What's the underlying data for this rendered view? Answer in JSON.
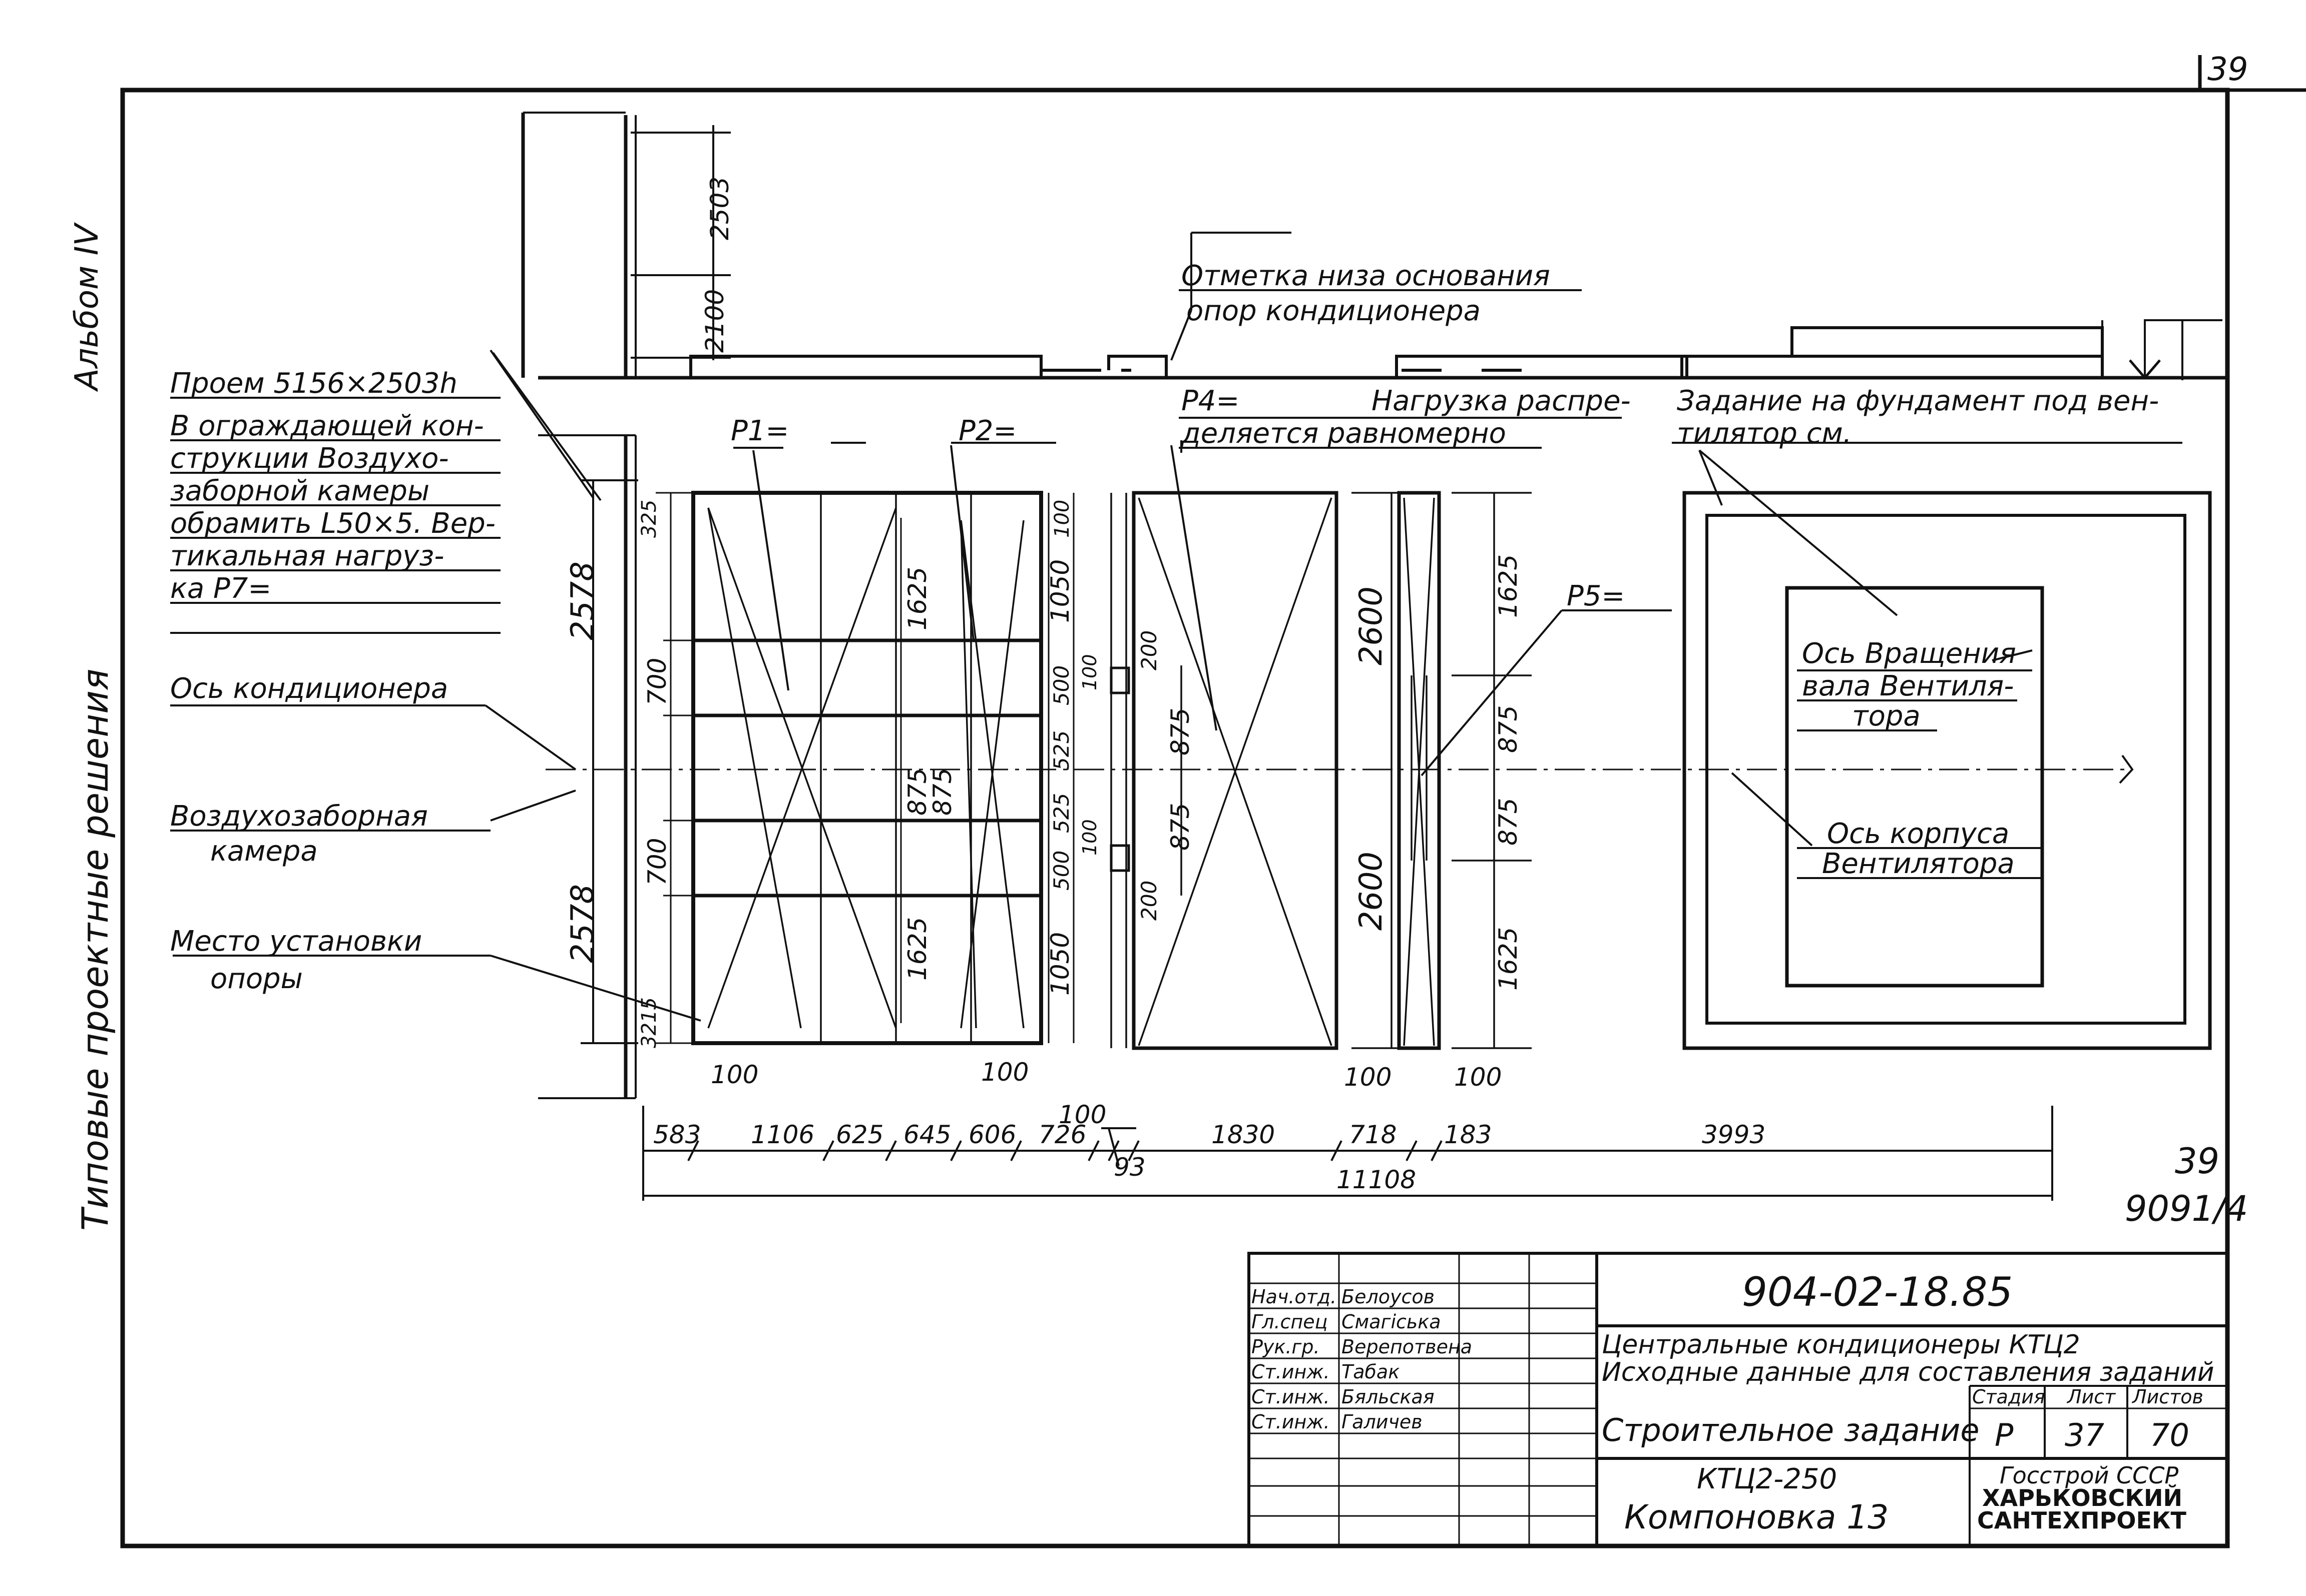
{
  "page_number": "39",
  "side_titles": {
    "album": "Альбом IV",
    "series": "Типовые проектные решения"
  },
  "annotations": {
    "opening": [
      "Проем 5156×2503h",
      "В ограждающей кон-",
      "струкции Воздухо-",
      "заборной камеры",
      "обрамить L50×5. Вер-",
      "тикальная нагруз-",
      "ка P7="
    ],
    "axis_conditioner": "Ось кондиционера",
    "air_chamber": [
      "Воздухозаборная",
      "камера"
    ],
    "support_place": [
      "Место установки",
      "опоры"
    ],
    "base_mark": [
      "Отметка низа основания",
      "опор кондиционера"
    ],
    "p4": [
      "P4=",
      "Нагрузка распре-",
      "деляется равномерно"
    ],
    "fan_task": [
      "Задание на фундамент под вен-",
      "тилятор см."
    ],
    "p5": "P5=",
    "p1": "P1=",
    "p2": "P2=",
    "fan_axis": [
      "Ось Вращения",
      "вала Вентиля-",
      "тора"
    ],
    "fan_body_axis": [
      "Ось корпуса",
      "Вентилятора"
    ]
  },
  "dimensions": {
    "top_2503": "2503",
    "top_2100": "2100",
    "left_2578_top": "2578",
    "left_2578_bottom": "2578",
    "d325": "325",
    "d3215": "3215",
    "d700a": "700",
    "d700b": "700",
    "d1625a": "1625",
    "d1625b": "1625",
    "d875a": "875",
    "d875b": "875",
    "d100_top": "100",
    "d1050a": "1050",
    "d500a": "500",
    "d525a": "525",
    "d525b": "525",
    "d500b": "500",
    "d1050b": "1050",
    "d100s": "100",
    "d100c": "100",
    "d200a": "200",
    "d200b": "200",
    "d875c": "875",
    "d875d": "875",
    "d2600a": "2600",
    "d2600b": "2600",
    "d1625c": "1625",
    "d875e": "875",
    "d875f": "875",
    "d1625d": "1625",
    "b100a": "100",
    "b100b": "100",
    "b100c": "100",
    "b100d": "100",
    "b100e": "100",
    "bottom": [
      "583",
      "1106",
      "625",
      "645",
      "606",
      "726",
      "1830",
      "718",
      "183",
      "3993"
    ],
    "b93": "93",
    "total": "11108"
  },
  "side_ref": {
    "num": "39",
    "code": "9091/4"
  },
  "title_block": {
    "code": "904-02-18.85",
    "roles": [
      {
        "role": "Нач.отд.",
        "name": "Белоусов"
      },
      {
        "role": "Гл.спец",
        "name": "Смагіська"
      },
      {
        "role": "Рук.гр.",
        "name": "Верепотвена"
      },
      {
        "role": "Ст.инж.",
        "name": "Табак"
      },
      {
        "role": "Ст.инж.",
        "name": "Бяльская"
      },
      {
        "role": "Ст.инж.",
        "name": "Галичев"
      }
    ],
    "desc_line1": "Центральные кондиционеры КТЦ2",
    "desc_line2": "Исходные данные для составления заданий",
    "sheet_title": "Строительное задание",
    "stage_hdr": "Стадия",
    "sheet_hdr": "Лист",
    "sheets_hdr": "Листов",
    "stage": "Р",
    "sheet": "37",
    "sheets": "70",
    "model": "КТЦ2-250",
    "layout": "Компоновка 13",
    "org": [
      "Госстрой СССР",
      "ХАРЬКОВСКИЙ",
      "САНТЕХПРОЕКТ"
    ]
  }
}
